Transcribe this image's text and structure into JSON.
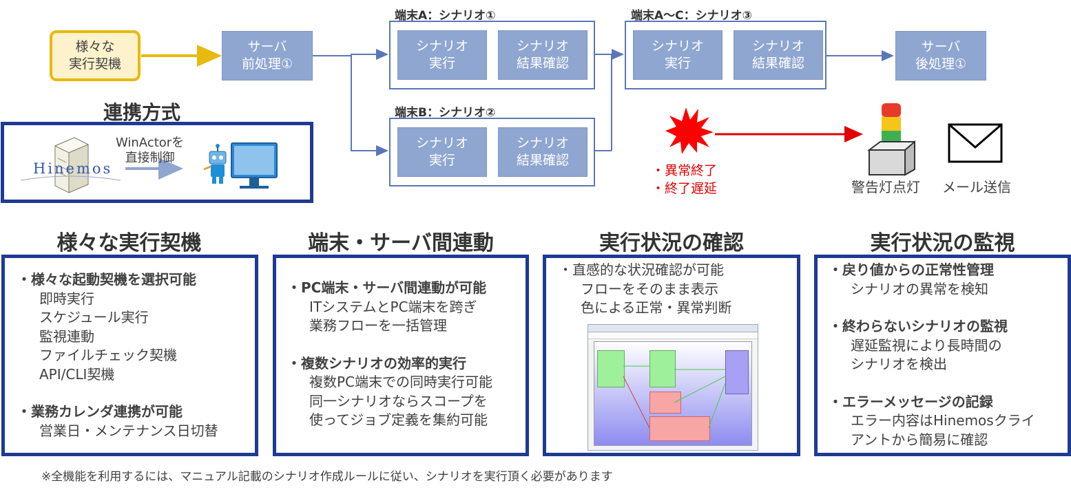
{
  "flow": {
    "trigger": "様々な\n実行契機",
    "pre": "サーバ\n前処理①",
    "post": "サーバ\n後処理①",
    "groups": [
      {
        "label": "端末A：シナリオ①",
        "exec": "シナリオ\n実行",
        "check": "シナリオ\n結果確認"
      },
      {
        "label": "端末B：シナリオ②",
        "exec": "シナリオ\n実行",
        "check": "シナリオ\n結果確認"
      },
      {
        "label": "端末A～C：シナリオ③",
        "exec": "シナリオ\n実行",
        "check": "シナリオ\n結果確認"
      }
    ]
  },
  "link": {
    "title": "連携方式",
    "logo": "Hinemos",
    "arrow_label": "WinActorを\n直接制御"
  },
  "alert": {
    "items": [
      "・異常終了",
      "・終了遅延"
    ],
    "lamp_label": "警告灯点灯",
    "mail_label": "メール送信"
  },
  "colors": {
    "box": "#8fa6d0",
    "panel_border": "#1f3a93",
    "trigger_fill": "#fdf2cc",
    "trigger_border": "#e8b90e",
    "alert_red": "#e00000"
  },
  "sections": [
    {
      "title": "様々な実行契機",
      "lines": [
        {
          "text": "・様々な起動契機を選択可能",
          "bold": true
        },
        {
          "text": "即時実行"
        },
        {
          "text": "スケジュール実行"
        },
        {
          "text": "監視連動"
        },
        {
          "text": "ファイルチェック契機"
        },
        {
          "text": "API/CLI契機"
        },
        {
          "gap": true
        },
        {
          "text": "・業務カレンダ連携が可能",
          "bold": true
        },
        {
          "text": "営業日・メンテナンス日切替"
        }
      ]
    },
    {
      "title": "端末・サーバ間連動",
      "lines": [
        {
          "text": "・PC端末・サーバ間連動が可能",
          "bold": true
        },
        {
          "text": "ITシステムとPC端末を跨ぎ"
        },
        {
          "text": "業務フローを一括管理"
        },
        {
          "gap": true
        },
        {
          "text": "・複数シナリオの効率的実行",
          "bold": true
        },
        {
          "text": "複数PC端末での同時実行可能"
        },
        {
          "text": "同一シナリオならスコープを"
        },
        {
          "text": "使ってジョブ定義を集約可能"
        }
      ]
    },
    {
      "title": "実行状況の確認",
      "lines": [
        {
          "text": "・直感的な状況確認が可能"
        },
        {
          "text": "フローをそのまま表示"
        },
        {
          "text": "色による正常・異常判断"
        }
      ]
    },
    {
      "title": "実行状況の監視",
      "lines": [
        {
          "text": "・戻り値からの正常性管理",
          "bold": true
        },
        {
          "text": "シナリオの異常を検知"
        },
        {
          "gap": true
        },
        {
          "text": "・終わらないシナリオの監視",
          "bold": true
        },
        {
          "text": "遅延監視により長時間の"
        },
        {
          "text": "シナリオを検出"
        },
        {
          "gap": true
        },
        {
          "text": "・エラーメッセージの記録",
          "bold": true
        },
        {
          "text": "エラー内容はHinemosクライ"
        },
        {
          "text": "アントから簡易に確認"
        }
      ]
    }
  ],
  "footnote": "※全機能を利用するには、マニュアル記載のシナリオ作成ルールに従い、シナリオを実行頂く必要があります"
}
